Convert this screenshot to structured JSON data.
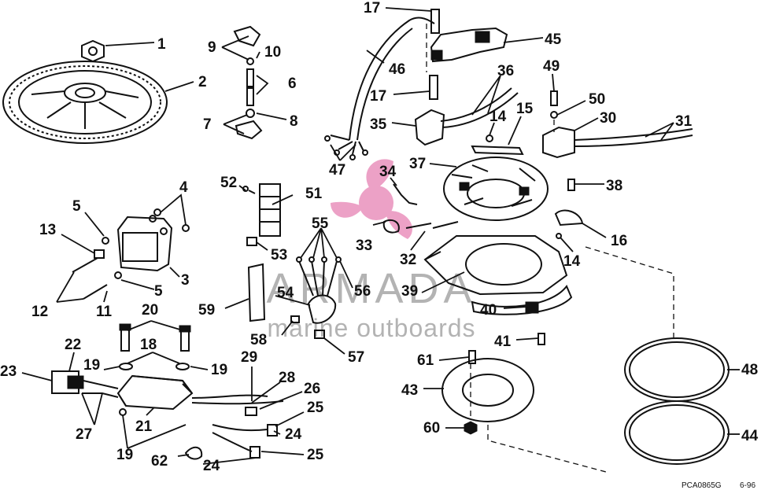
{
  "watermark": {
    "brand": "ARMADA",
    "tagline": "marine outboards",
    "logo_color": "#e88ab8"
  },
  "diagram_code": "PCA0865G",
  "diagram_date": "6-96",
  "callouts": {
    "c1": "1",
    "c2": "2",
    "c3": "3",
    "c4": "4",
    "c5a": "5",
    "c5b": "5",
    "c6": "6",
    "c7": "7",
    "c8": "8",
    "c9": "9",
    "c10": "10",
    "c11": "11",
    "c12": "12",
    "c13": "13",
    "c14a": "14",
    "c14b": "14",
    "c15": "15",
    "c16": "16",
    "c17a": "17",
    "c17b": "17",
    "c18": "18",
    "c19a": "19",
    "c19b": "19",
    "c19c": "19",
    "c20": "20",
    "c21": "21",
    "c22": "22",
    "c23": "23",
    "c24a": "24",
    "c24b": "24",
    "c25a": "25",
    "c25b": "25",
    "c26": "26",
    "c27": "27",
    "c28": "28",
    "c29": "29",
    "c30": "30",
    "c31": "31",
    "c32": "32",
    "c33": "33",
    "c34": "34",
    "c35": "35",
    "c36": "36",
    "c37": "37",
    "c38": "38",
    "c39": "39",
    "c40": "40",
    "c41": "41",
    "c43": "43",
    "c44": "44",
    "c45": "45",
    "c46": "46",
    "c47": "47",
    "c48": "48",
    "c49": "49",
    "c50": "50",
    "c51": "51",
    "c52": "52",
    "c53": "53",
    "c54": "54",
    "c55": "55",
    "c56": "56",
    "c57": "57",
    "c58": "58",
    "c59": "59",
    "c60": "60",
    "c61": "61",
    "c62": "62"
  }
}
